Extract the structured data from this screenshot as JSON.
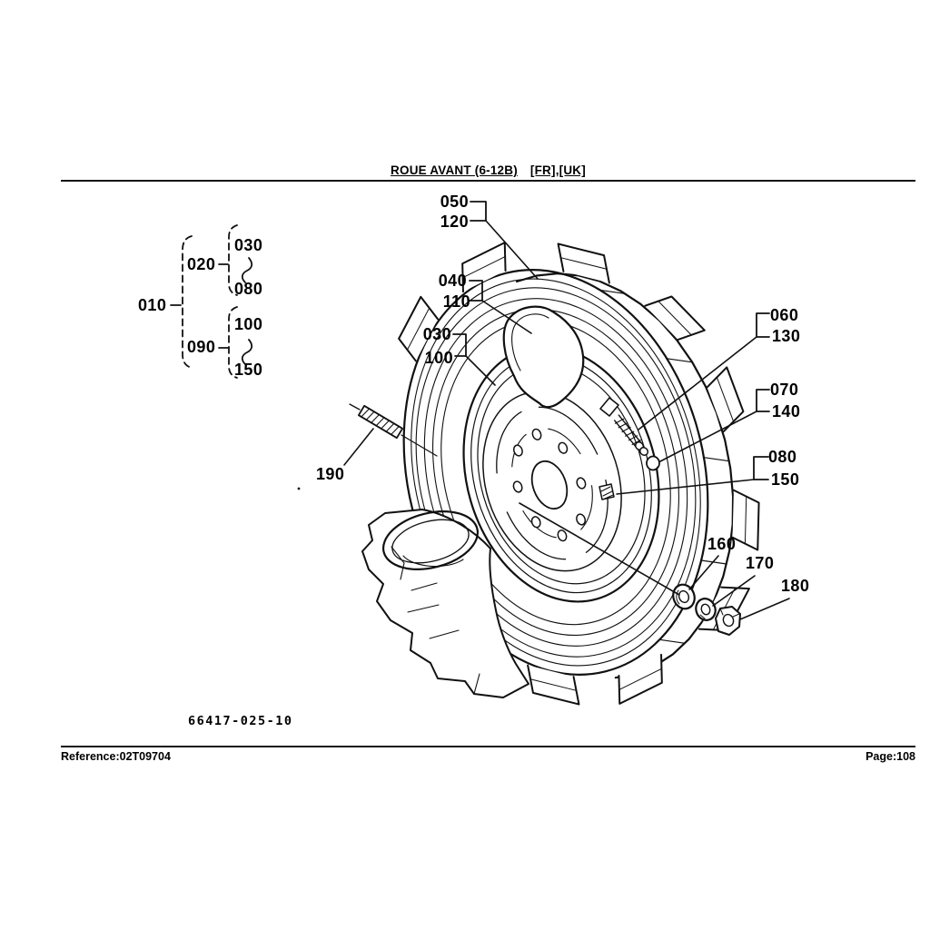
{
  "header": {
    "title": "ROUE AVANT (6-12B)",
    "title_tags": "[FR],[UK]"
  },
  "figure": {
    "drawing_number": "66417-025-10",
    "tree": {
      "root": "010",
      "g1_parent": "020",
      "g1_start": "030",
      "g1_end": "080",
      "g2_parent": "090",
      "g2_start": "100",
      "g2_end": "150"
    },
    "callouts": {
      "c050": "050",
      "c120": "120",
      "c040": "040",
      "c110": "110",
      "c030": "030",
      "c100": "100",
      "c060": "060",
      "c130": "130",
      "c070": "070",
      "c140": "140",
      "c080": "080",
      "c150": "150",
      "c160": "160",
      "c170": "170",
      "c180": "180",
      "c190": "190"
    }
  },
  "footer": {
    "reference": "Reference:02T09704",
    "page": "Page:108"
  }
}
